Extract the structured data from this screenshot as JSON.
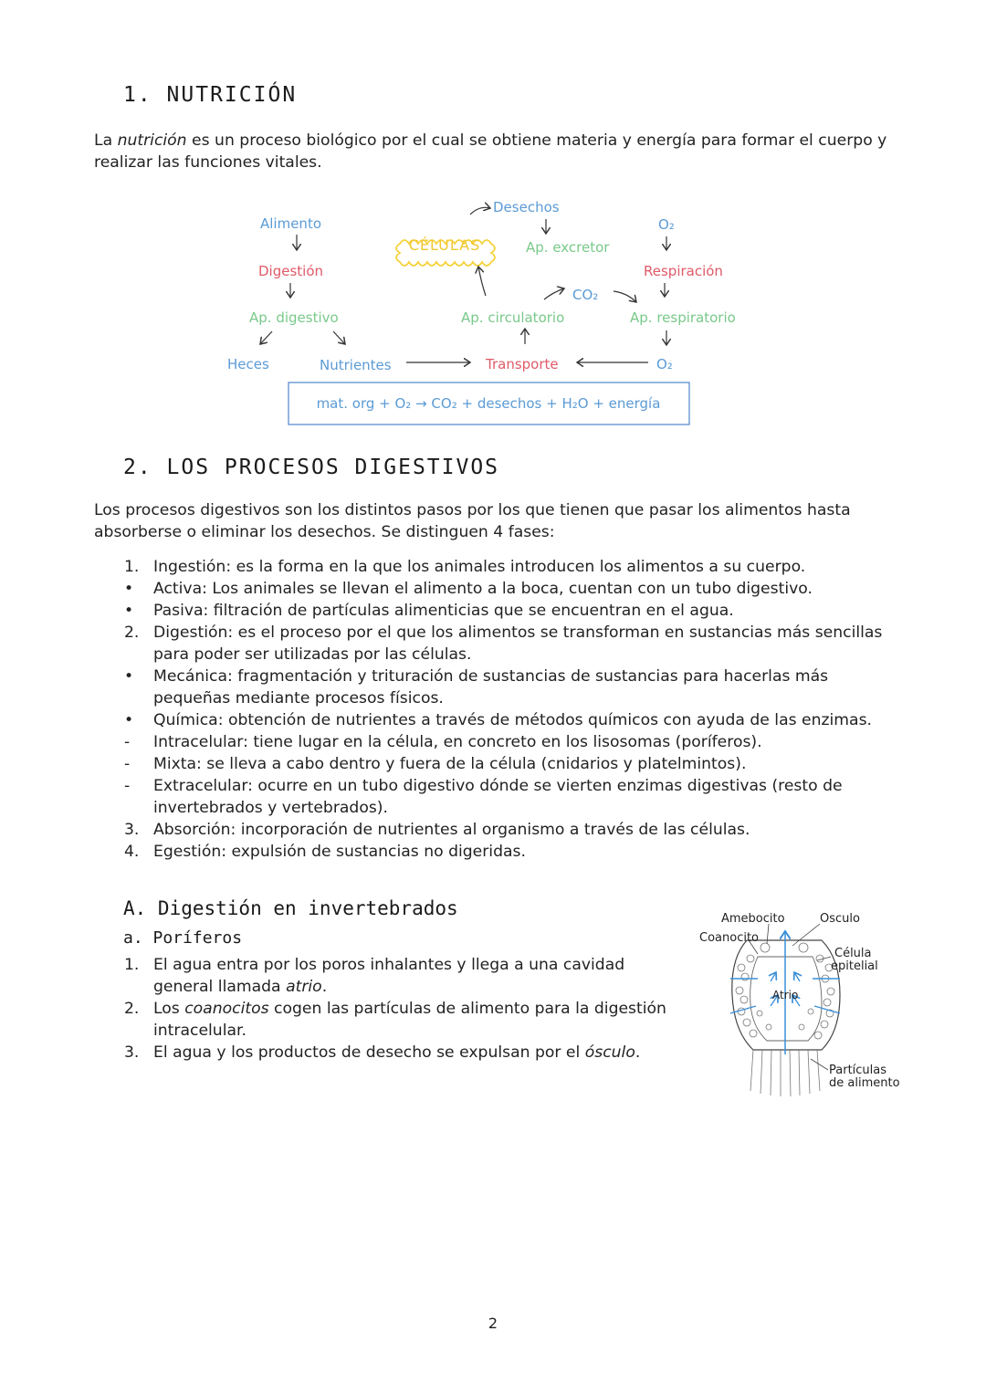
{
  "section1": {
    "title": "1.  NUTRICIÓN",
    "para_pre": "La ",
    "para_em": "nutrición",
    "para_post": " es un proceso biológico por el cual se obtiene materia y energía para formar el cuerpo y realizar las funciones vitales."
  },
  "diagram": {
    "alimento": "Alimento",
    "digestion": "Digestión",
    "ap_digestivo": "Ap. digestivo",
    "heces": "Heces",
    "nutrientes": "Nutrientes",
    "celulas": "CÉLULAS",
    "desechos": "Desechos",
    "ap_excretor": "Ap. excretor",
    "co2": "CO₂",
    "ap_circulatorio": "Ap. circulatorio",
    "transporte": "Transporte",
    "o2_top": "O₂",
    "respiracion": "Respiración",
    "ap_respiratorio": "Ap. respiratorio",
    "o2_bottom": "O₂",
    "formula": "mat. org + O₂ → CO₂ + desechos + H₂O + energía",
    "colors": {
      "blue": "#5b9bd5",
      "red": "#e05a68",
      "green": "#79c98a",
      "yellow": "#f5d23c",
      "box": "#5b8fd0"
    }
  },
  "section2": {
    "title": "2.  LOS PROCESOS DIGESTIVOS",
    "para": "Los procesos digestivos son los distintos pasos por los que tienen que pasar los alimentos hasta absorberse o eliminar los desechos. Se distinguen 4 fases:",
    "items": [
      {
        "marker": "1.",
        "text": "Ingestión: es la forma en la que los animales introducen los alimentos a su cuerpo."
      },
      {
        "marker": "•",
        "text": "Activa: Los animales se llevan el alimento a la boca, cuentan con un tubo digestivo."
      },
      {
        "marker": "•",
        "text": "Pasiva: filtración de partículas alimenticias que se encuentran en el agua."
      },
      {
        "marker": "2.",
        "text": "Digestión: es el proceso por el que los alimentos se transforman en sustancias más sencillas para poder ser utilizadas por las células."
      },
      {
        "marker": "•",
        "text": "Mecánica: fragmentación y trituración de sustancias de sustancias para hacerlas más pequeñas mediante procesos físicos."
      },
      {
        "marker": "•",
        "text": "Química: obtención de nutrientes a través de métodos químicos con ayuda de las enzimas."
      },
      {
        "marker": "-",
        "text": "Intracelular: tiene lugar en la célula, en concreto en los lisosomas (poríferos)."
      },
      {
        "marker": "-",
        "text": "Mixta: se lleva a cabo dentro y fuera de la célula (cnidarios y platelmintos)."
      },
      {
        "marker": "-",
        "text": "Extracelular: ocurre en un tubo digestivo dónde se vierten enzimas digestivas (resto de invertebrados y vertebrados)."
      },
      {
        "marker": "3.",
        "text": "Absorción: incorporación de nutrientes al organismo a través de las células."
      },
      {
        "marker": "4.",
        "text": "Egestión: expulsión de sustancias no digeridas."
      }
    ]
  },
  "sectionA": {
    "title": "A.  Digestión en invertebrados",
    "subtitle": "a.  Poríferos",
    "items": [
      {
        "marker": "1.",
        "pre": "El agua entra por los poros inhalantes y llega a una cavidad general llamada ",
        "em": "atrio",
        "post": "."
      },
      {
        "marker": "2.",
        "pre": "Los ",
        "em": "coanocitos",
        "post": " cogen las partículas de alimento para la digestión intracelular."
      },
      {
        "marker": "3.",
        "pre": "El agua y los productos de desecho se expulsan por el ",
        "em": "ósculo",
        "post": "."
      }
    ]
  },
  "sponge": {
    "amebocito": "Amebocito",
    "osculo": "Osculo",
    "coanocito": "Coanocito",
    "celula": "Célula",
    "epitelial": "epitelial",
    "atrio": "Atrio",
    "particulas": "Partículas",
    "de_alimento": "de alimento"
  },
  "page_number": "2"
}
